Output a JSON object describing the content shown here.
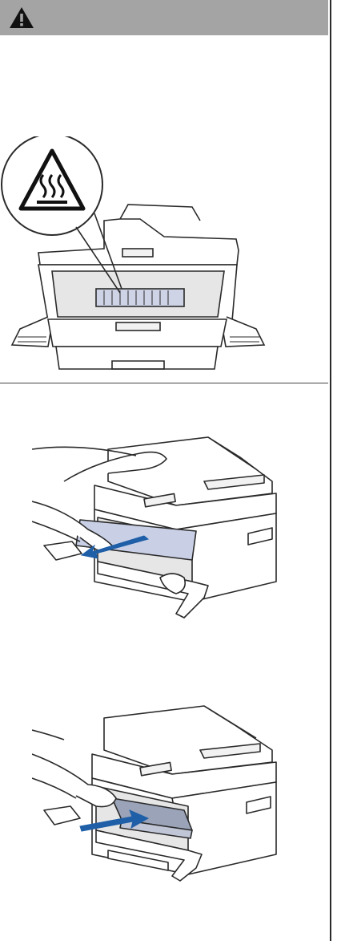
{
  "caution_header": {
    "icon": "warning-triangle-icon",
    "bar_color": "#a4a4a4"
  },
  "figures": [
    {
      "id": "hot-surface-warning-illustration",
      "icon": "hot-surface-icon"
    },
    {
      "id": "remove-jammed-paper-illustration",
      "arrow_color": "#1f5fa8"
    },
    {
      "id": "reinstall-drum-toner-illustration",
      "arrow_color": "#1f5fa8"
    }
  ],
  "colors": {
    "line": "#2a2a2a",
    "paper": "#c9d0e6",
    "arrow": "#1f5fa8",
    "shade": "#dcdcdc"
  }
}
